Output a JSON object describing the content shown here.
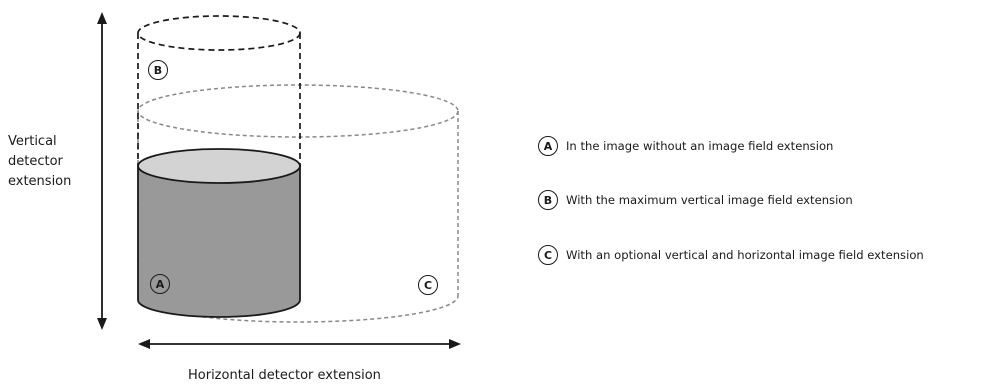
{
  "axes": {
    "vertical_label": [
      "Vertical",
      "detector",
      "extension"
    ],
    "horizontal_label": "Horizontal detector extension"
  },
  "markers": {
    "a": "A",
    "b": "B",
    "c": "C"
  },
  "legend": [
    {
      "marker": "A",
      "text": "In the image without an image field extension"
    },
    {
      "marker": "B",
      "text": "With the maximum vertical image field extension"
    },
    {
      "marker": "C",
      "text": "With an optional vertical and horizontal image field extension"
    }
  ],
  "colors": {
    "line": "#1a1a1a",
    "dashed": "#888888",
    "cylinder_body": "#999999",
    "cylinder_top": "#d3d3d3"
  }
}
